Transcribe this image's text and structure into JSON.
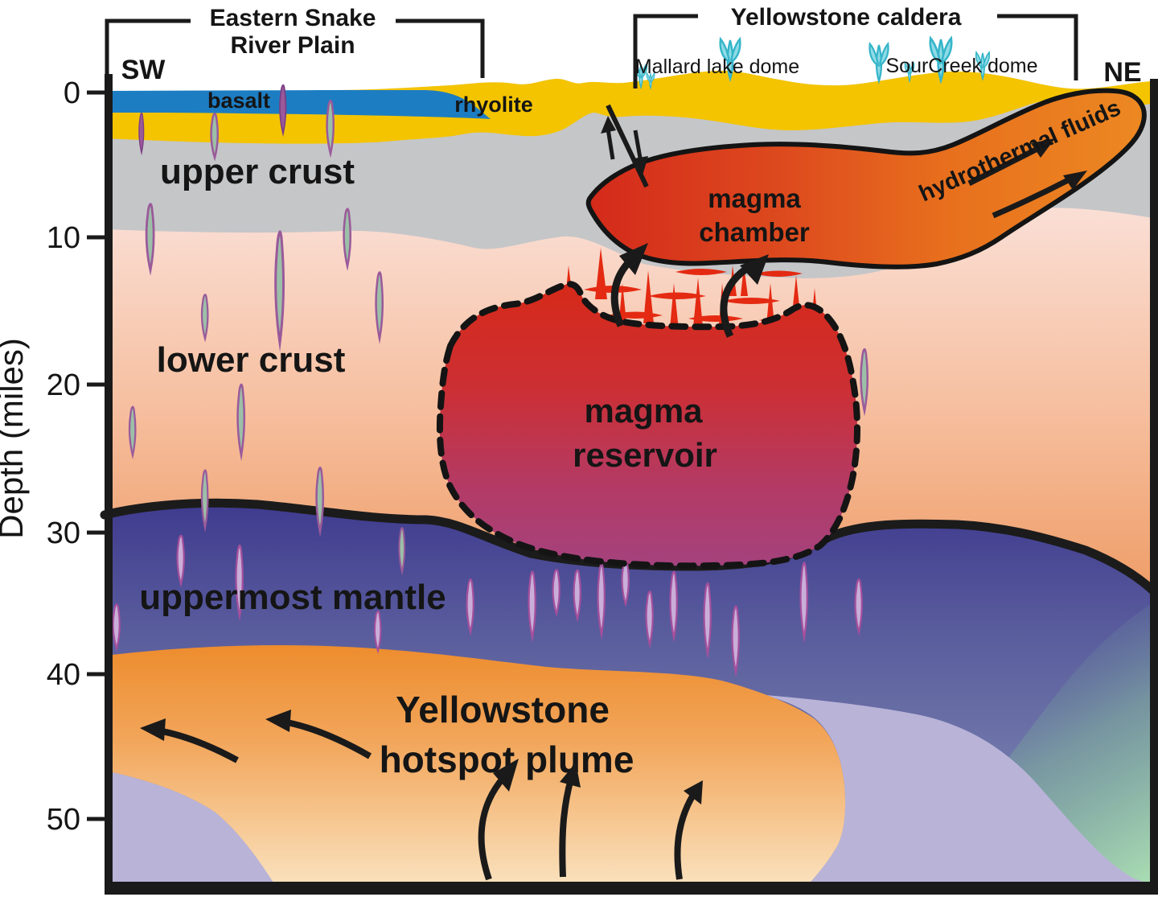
{
  "brackets": {
    "esrp_line1": "Eastern Snake",
    "esrp_line2": "River Plain",
    "caldera": "Yellowstone caldera"
  },
  "compass": {
    "sw": "SW",
    "ne": "NE"
  },
  "surface": {
    "basalt": "basalt",
    "rhyolite": "rhyolite",
    "mallard_dome": "Mallard lake dome",
    "sourcreek_dome": "SourCreek dome"
  },
  "layers": {
    "upper_crust": "upper crust",
    "lower_crust": "lower crust",
    "uppermost_mantle": "uppermost mantle"
  },
  "features": {
    "chamber_line1": "magma",
    "chamber_line2": "chamber",
    "hydrothermal": "hydrothermal fluids",
    "reservoir_line1": "magma",
    "reservoir_line2": "reservoir",
    "plume_line1": "Yellowstone",
    "plume_line2": "hotspot plume"
  },
  "axis": {
    "title": "Depth (miles)",
    "tick_labels": [
      "0",
      "10",
      "20",
      "30",
      "40",
      "50"
    ]
  },
  "colors": {
    "ink": "#1a1a1a",
    "basalt": "#1d7dc2",
    "rhyolite": "#f4c400",
    "upper_crust": "#c5c6c8",
    "lower_crust_top": "#fadfd6",
    "lower_crust_mid": "#f6bf9f",
    "lower_crust_bottom": "#ee9a62",
    "mantle_top": "#3e3a8e",
    "mantle_mid": "#5a5d9d",
    "mantle_bottom": "#8591b5",
    "mantle_green": "#a9dcb2",
    "lavender": "#b9b3d8",
    "plume_top": "#ed8c2d",
    "plume_mid": "#f2a65b",
    "plume_bottom": "#fae3c0",
    "chamber_red": "#d42a1b",
    "chamber_orange": "#ec8822",
    "reservoir_top": "#d52a1b",
    "reservoir_bottom": "#a4427e",
    "dike_swarm_red": "#e42a12",
    "sill_teal": "#9cbfa8",
    "sill_purple": "#9a5a9a",
    "mantle_dike_fill": "#c9aed9",
    "mantle_dike_stroke": "#a4509d",
    "geyser_fill": "#8fdbe6",
    "geyser_stroke": "#35b5c9"
  }
}
